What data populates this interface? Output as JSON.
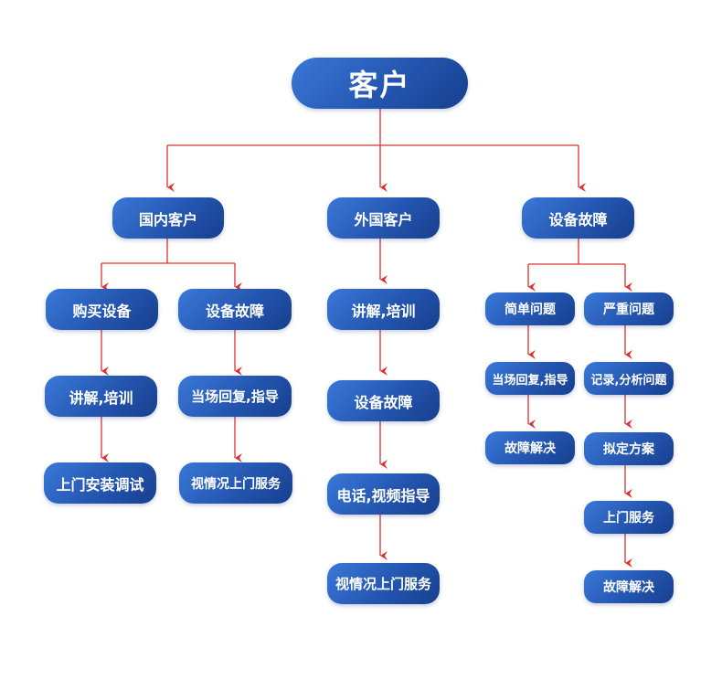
{
  "colors": {
    "node_start": "#3a78d8",
    "node_end": "#173f8e",
    "connector": "#e03030",
    "background": "#ffffff"
  },
  "root": {
    "label": "客户"
  },
  "domestic": {
    "label": "国内客户",
    "purchase": {
      "label": "购买设备",
      "steps": [
        "讲解,培训",
        "上门安装调试"
      ]
    },
    "fault": {
      "label": "设备故障",
      "steps": [
        "当场回复,指导",
        "视情况上门服务"
      ]
    }
  },
  "foreign": {
    "label": "外国客户",
    "steps": [
      "讲解,培训",
      "设备故障",
      "电话,视频指导",
      "视情况上门服务"
    ]
  },
  "equipment_fault": {
    "label": "设备故障",
    "simple": {
      "label": "简单问题",
      "steps": [
        "当场回复,指导",
        "故障解决"
      ]
    },
    "serious": {
      "label": "严重问题",
      "steps": [
        "记录,分析问题",
        "拟定方案",
        "上门服务",
        "故障解决"
      ]
    }
  }
}
